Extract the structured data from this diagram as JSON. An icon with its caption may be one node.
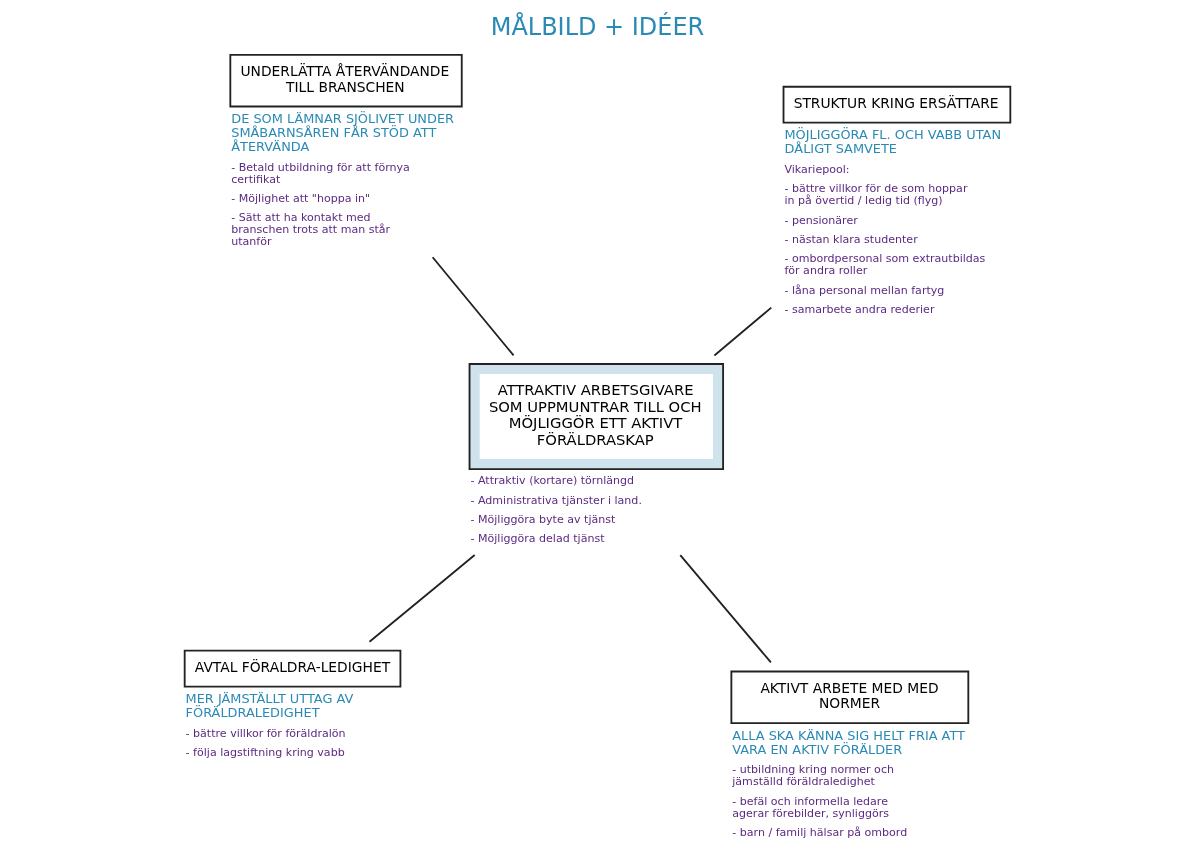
{
  "diagram": {
    "title": "MÅLBILD + IDÉER",
    "nodes": [
      {
        "text": [
          "AVTAL FÖRALDRA-LEDIGHET"
        ],
        "beside": [
          "MER JÄMSTÄLLT UTTAG AV FÖRÄLDRALEDIGHET",
          "- bättre villkor för föräldralön",
          "- följa lagstiftning kring vabb"
        ]
      },
      {
        "text": [
          "AKTIVT ARBETE MED MED NORMER"
        ],
        "beside": [
          "ALLA SKA KÄNNA SIG HELT FRIA ATT VARA EN AKTIV FÖRÄLDER",
          "- utbildning kring normer och jämställd föräldraledighet",
          "- befäl och informella ledare agerar förebilder, synliggörs",
          "- barn / familj hälsar på ombord"
        ]
      },
      {
        "text": [
          "ATTRAKTIV ARBETSGIVARE SOM UPPMUNTRAR TILL OCH MÖJLIGGÖR ETT AKTIVT FÖRÄLDRASKAP"
        ],
        "beside": [
          "- Attraktiv (kortare) törnlängd",
          "- Administrativa tjänster i land.",
          "- Möjliggöra byte av tjänst",
          "- Möjliggöra delad tjänst"
        ]
      },
      {
        "text": [
          "UNDERLÄTTA ÅTERVÄNDANDE TILL BRANSCHEN"
        ],
        "beside": [
          "DE SOM LÄMNAR SJÖLIVET UNDER SMÅBARNSÅREN FÅR STÖD ATT ÅTERVÄNDA",
          "- Betald utbildning för att förnya certifikat",
          "- Möjlighet att \"hoppa in\"",
          "- Sätt att ha kontakt med branschen trots att man står utanför"
        ]
      },
      {
        "text": [
          "STRUKTUR KRING ERSÄTTARE"
        ],
        "beside": [
          "MÖJLIGGÖRA FL. OCH VABB UTAN DÅLIGT SAMVETE",
          "Vikariepool:",
          "- bättre villkor för de som hoppar in på övertid / ledig tid (flyg)",
          "- pensionärer",
          "- nästan klara studenter",
          "- ombordpersonal som extrautbildas för andra roller",
          "- låna personal mellan fartyg",
          "- samarbete andra rederier"
        ]
      }
    ],
    "edges": [
      {
        "from": 2,
        "to": 0,
        "arrow": "none"
      },
      {
        "from": 2,
        "to": 1,
        "arrow": "none"
      },
      {
        "from": 2,
        "to": 3,
        "arrow": "none"
      },
      {
        "from": 2,
        "to": 4,
        "arrow": "none"
      }
    ]
  }
}
